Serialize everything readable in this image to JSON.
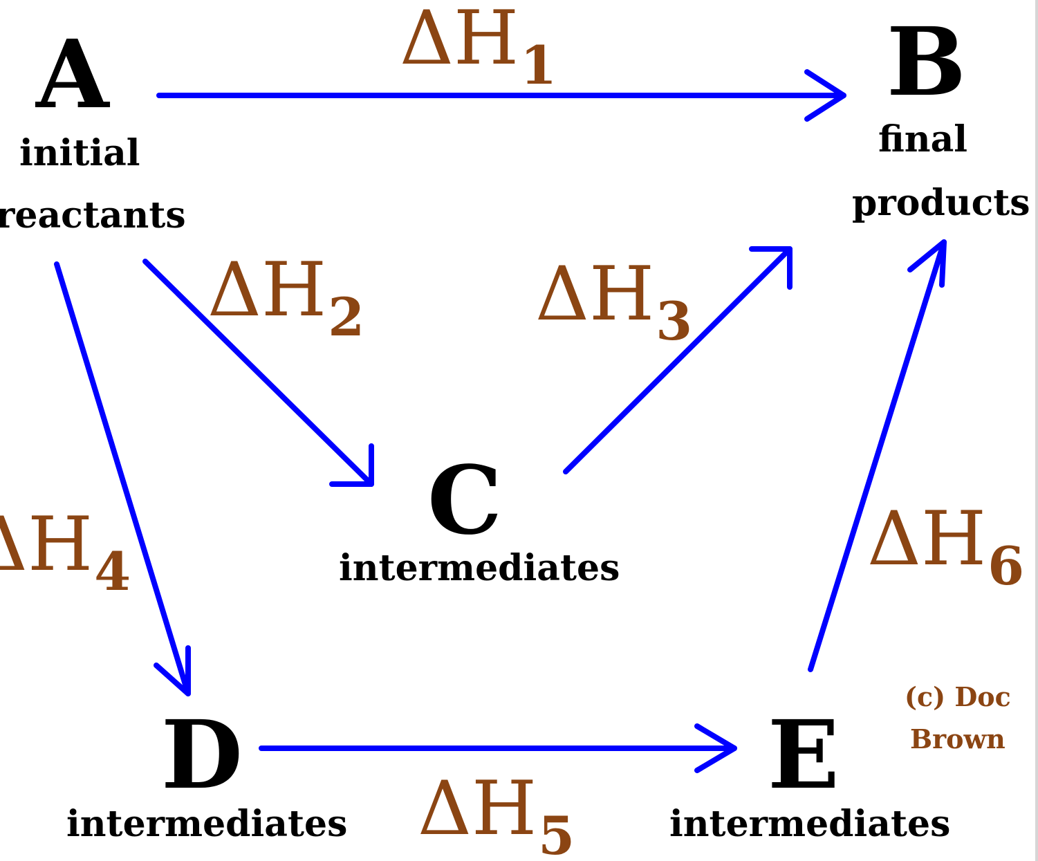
{
  "diagram": {
    "nodes": {
      "A": {
        "letter": "A",
        "label_line1": "initial",
        "label_line2": "reactants"
      },
      "B": {
        "letter": "B",
        "label_line1": "final",
        "label_line2": "products"
      },
      "C": {
        "letter": "C",
        "label": "intermediates"
      },
      "D": {
        "letter": "D",
        "label": "intermediates"
      },
      "E": {
        "letter": "E",
        "label": "intermediates"
      }
    },
    "enthalpy_changes": [
      {
        "symbol": "ΔH",
        "subscript": "1",
        "from": "A",
        "to": "B"
      },
      {
        "symbol": "ΔH",
        "subscript": "2",
        "from": "A",
        "to": "C"
      },
      {
        "symbol": "ΔH",
        "subscript": "3",
        "from": "C",
        "to": "B"
      },
      {
        "symbol": "ΔH",
        "subscript": "4",
        "from": "A",
        "to": "D"
      },
      {
        "symbol": "ΔH",
        "subscript": "5",
        "from": "D",
        "to": "E"
      },
      {
        "symbol": "ΔH",
        "subscript": "6",
        "from": "E",
        "to": "B"
      }
    ],
    "credit": {
      "line1": "(c) Doc",
      "line2": "Brown"
    },
    "colors": {
      "arrow": "#0000ff",
      "enthalpy_label": "#8b4513",
      "node_text": "#000000"
    }
  }
}
